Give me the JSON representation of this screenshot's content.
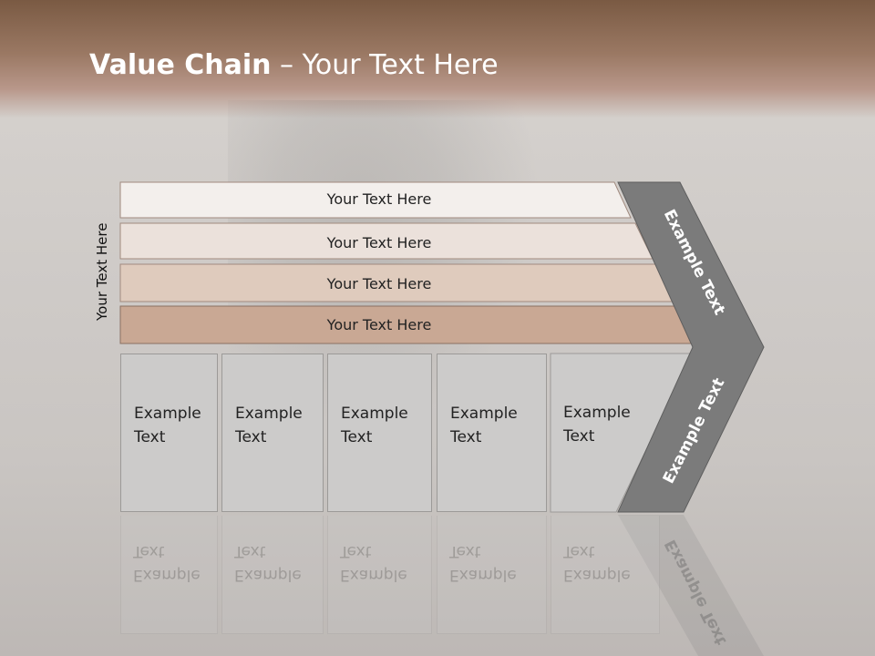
{
  "title": {
    "bold": "Value Chain",
    "rest": " – Your Text Here"
  },
  "side_label": "Your Text Here",
  "bars": [
    {
      "label": "Your Text Here",
      "fill": "#f3efec"
    },
    {
      "label": "Your Text Here",
      "fill": "#ebe1db"
    },
    {
      "label": "Your Text Here",
      "fill": "#dfcbbd"
    },
    {
      "label": "Your Text Here",
      "fill": "#c9a894"
    }
  ],
  "boxes": [
    {
      "line1": "Example",
      "line2": "Text"
    },
    {
      "line1": "Example",
      "line2": "Text"
    },
    {
      "line1": "Example",
      "line2": "Text"
    },
    {
      "line1": "Example",
      "line2": "Text"
    },
    {
      "line1": "Example",
      "line2": "Text"
    }
  ],
  "chevron": {
    "upper": "Example Text",
    "lower": "Example Text",
    "fill": "#7b7b7b"
  }
}
